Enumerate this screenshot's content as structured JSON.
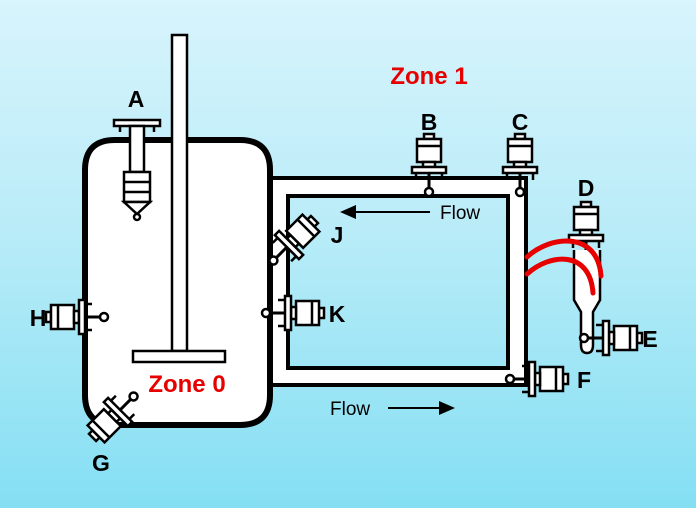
{
  "diagram": {
    "zones": {
      "zone1": "Zone 1",
      "zone0": "Zone 0"
    },
    "flow": {
      "top": "Flow",
      "bottom": "Flow"
    },
    "instruments": {
      "A": "A",
      "B": "B",
      "C": "C",
      "D": "D",
      "E": "E",
      "F": "F",
      "G": "G",
      "H": "H",
      "J": "J",
      "K": "K"
    },
    "colors": {
      "zone_label": "#e60000",
      "heated_line": "#e60000",
      "line": "#000000",
      "vessel_fill": "#ffffff",
      "background_top": "#d8f4fc",
      "background_mid": "#b9ecf8",
      "background_bottom": "#84dff3"
    }
  }
}
